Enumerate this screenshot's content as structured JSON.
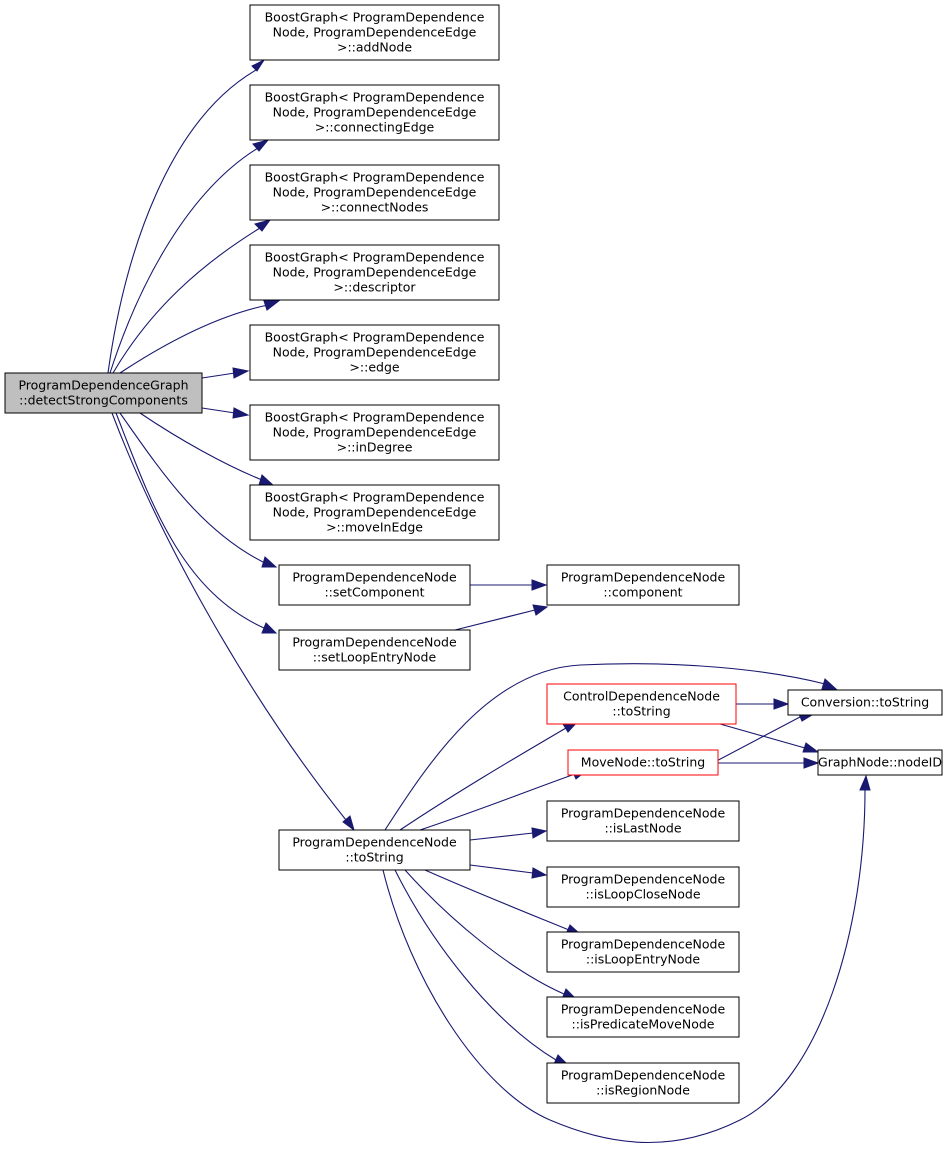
{
  "graph": {
    "type": "call-graph",
    "colors": {
      "edge": "#191970",
      "node_border": "#000000",
      "node_border_truncated": "#ff0000",
      "root_fill": "#bfbfbf",
      "node_fill": "#ffffff"
    },
    "nodes": [
      {
        "id": "root",
        "lines": [
          "ProgramDependenceGraph",
          "::detectStrongComponents"
        ],
        "style": "root"
      },
      {
        "id": "addNode",
        "lines": [
          "BoostGraph< ProgramDependence",
          "Node, ProgramDependenceEdge",
          ">::addNode"
        ],
        "style": "normal"
      },
      {
        "id": "connectingEdge",
        "lines": [
          "BoostGraph< ProgramDependence",
          "Node, ProgramDependenceEdge",
          ">::connectingEdge"
        ],
        "style": "normal"
      },
      {
        "id": "connectNodes",
        "lines": [
          "BoostGraph< ProgramDependence",
          "Node, ProgramDependenceEdge",
          ">::connectNodes"
        ],
        "style": "normal"
      },
      {
        "id": "descriptor",
        "lines": [
          "BoostGraph< ProgramDependence",
          "Node, ProgramDependenceEdge",
          ">::descriptor"
        ],
        "style": "normal"
      },
      {
        "id": "edge",
        "lines": [
          "BoostGraph< ProgramDependence",
          "Node, ProgramDependenceEdge",
          ">::edge"
        ],
        "style": "normal"
      },
      {
        "id": "inDegree",
        "lines": [
          "BoostGraph< ProgramDependence",
          "Node, ProgramDependenceEdge",
          ">::inDegree"
        ],
        "style": "normal"
      },
      {
        "id": "moveInEdge",
        "lines": [
          "BoostGraph< ProgramDependence",
          "Node, ProgramDependenceEdge",
          ">::moveInEdge"
        ],
        "style": "normal"
      },
      {
        "id": "setComponent",
        "lines": [
          "ProgramDependenceNode",
          "::setComponent"
        ],
        "style": "normal"
      },
      {
        "id": "component",
        "lines": [
          "ProgramDependenceNode",
          "::component"
        ],
        "style": "normal"
      },
      {
        "id": "setLoopEntryNode",
        "lines": [
          "ProgramDependenceNode",
          "::setLoopEntryNode"
        ],
        "style": "normal"
      },
      {
        "id": "pdnToString",
        "lines": [
          "ProgramDependenceNode",
          "::toString"
        ],
        "style": "normal"
      },
      {
        "id": "cdnToString",
        "lines": [
          "ControlDependenceNode",
          "::toString"
        ],
        "style": "truncated"
      },
      {
        "id": "mnToString",
        "lines": [
          "MoveNode::toString"
        ],
        "style": "truncated"
      },
      {
        "id": "convToString",
        "lines": [
          "Conversion::toString"
        ],
        "style": "normal"
      },
      {
        "id": "nodeID",
        "lines": [
          "GraphNode::nodeID"
        ],
        "style": "normal"
      },
      {
        "id": "isLastNode",
        "lines": [
          "ProgramDependenceNode",
          "::isLastNode"
        ],
        "style": "normal"
      },
      {
        "id": "isLoopCloseNode",
        "lines": [
          "ProgramDependenceNode",
          "::isLoopCloseNode"
        ],
        "style": "normal"
      },
      {
        "id": "isLoopEntryNode",
        "lines": [
          "ProgramDependenceNode",
          "::isLoopEntryNode"
        ],
        "style": "normal"
      },
      {
        "id": "isPredicateMoveNode",
        "lines": [
          "ProgramDependenceNode",
          "::isPredicateMoveNode"
        ],
        "style": "normal"
      },
      {
        "id": "isRegionNode",
        "lines": [
          "ProgramDependenceNode",
          "::isRegionNode"
        ],
        "style": "normal"
      }
    ],
    "edges": [
      {
        "from": "root",
        "to": "addNode"
      },
      {
        "from": "root",
        "to": "connectingEdge"
      },
      {
        "from": "root",
        "to": "connectNodes"
      },
      {
        "from": "root",
        "to": "descriptor"
      },
      {
        "from": "root",
        "to": "edge"
      },
      {
        "from": "root",
        "to": "inDegree"
      },
      {
        "from": "root",
        "to": "moveInEdge"
      },
      {
        "from": "root",
        "to": "setComponent"
      },
      {
        "from": "root",
        "to": "setLoopEntryNode"
      },
      {
        "from": "root",
        "to": "pdnToString"
      },
      {
        "from": "setComponent",
        "to": "component"
      },
      {
        "from": "setLoopEntryNode",
        "to": "component"
      },
      {
        "from": "pdnToString",
        "to": "convToString"
      },
      {
        "from": "pdnToString",
        "to": "cdnToString"
      },
      {
        "from": "pdnToString",
        "to": "mnToString"
      },
      {
        "from": "pdnToString",
        "to": "isLastNode"
      },
      {
        "from": "pdnToString",
        "to": "isLoopCloseNode"
      },
      {
        "from": "pdnToString",
        "to": "isLoopEntryNode"
      },
      {
        "from": "pdnToString",
        "to": "isPredicateMoveNode"
      },
      {
        "from": "pdnToString",
        "to": "isRegionNode"
      },
      {
        "from": "pdnToString",
        "to": "nodeID"
      },
      {
        "from": "cdnToString",
        "to": "convToString"
      },
      {
        "from": "cdnToString",
        "to": "nodeID"
      },
      {
        "from": "mnToString",
        "to": "convToString"
      },
      {
        "from": "mnToString",
        "to": "nodeID"
      }
    ]
  }
}
